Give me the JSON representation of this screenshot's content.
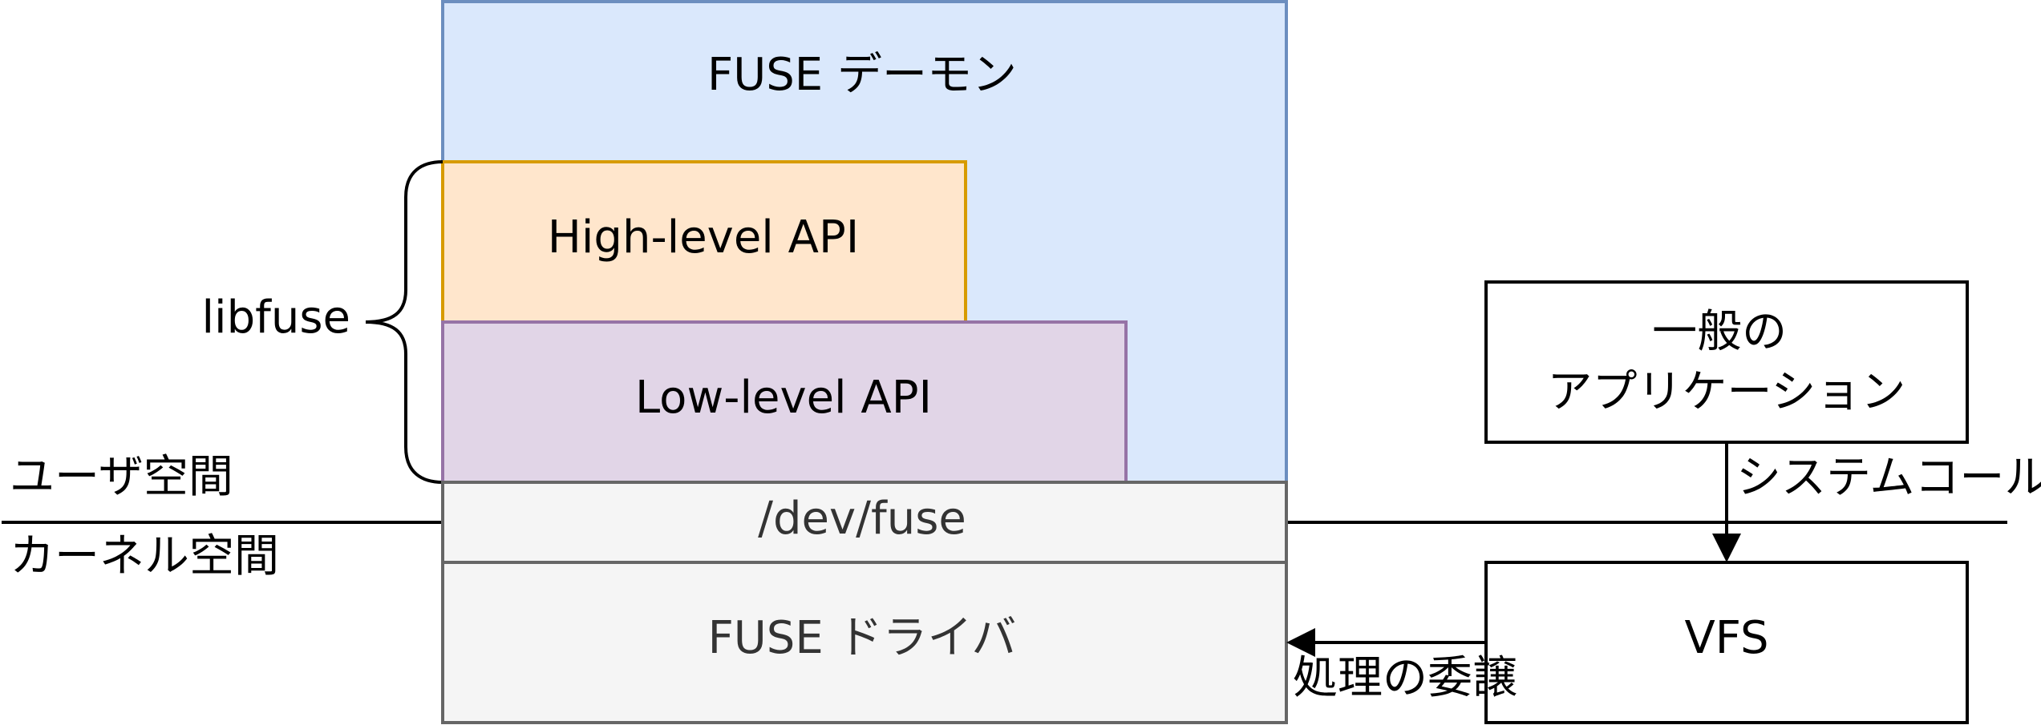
{
  "colors": {
    "daemon_fill": "#dae8fc",
    "daemon_stroke": "#6c8ebf",
    "high_fill": "#ffe6cc",
    "high_stroke": "#d79b00",
    "low_fill": "#e1d5e7",
    "low_stroke": "#9673a6",
    "gray_fill": "#f5f5f5",
    "gray_stroke": "#666666",
    "gray_text": "#333333",
    "line": "#000000"
  },
  "nodes": {
    "fuse_daemon": "FUSE デーモン",
    "high_level_api": "High-level API",
    "low_level_api": "Low-level API",
    "dev_fuse": "/dev/fuse",
    "fuse_driver": "FUSE ドライバ",
    "app_line1": "一般の",
    "app_line2": "アプリケーション",
    "vfs": "VFS"
  },
  "labels": {
    "libfuse": "libfuse",
    "user_space": "ユーザ空間",
    "kernel_space": "カーネル空間",
    "system_call": "システムコール",
    "delegation": "処理の委譲"
  }
}
